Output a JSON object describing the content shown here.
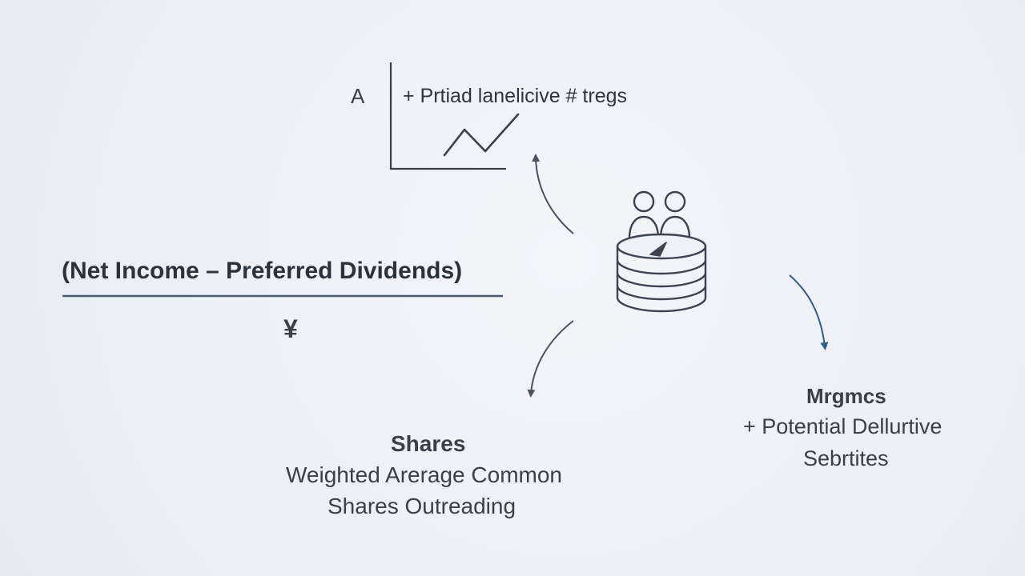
{
  "chart_panel": {
    "axis_letter": "A",
    "caption": "+ Prtiad lanelicive # tregs"
  },
  "formula": {
    "numerator": "(Net Income – Preferred Dividends)",
    "divide_symbol": "¥"
  },
  "shares_block": {
    "heading": "Shares",
    "lines": [
      "Weighted Arerage Common",
      "Shares Outreading"
    ]
  },
  "dilutive_block": {
    "heading": "Mrgmcs",
    "lines": [
      "+ Potential Dellurtive",
      "Sebrtites"
    ]
  },
  "icons": {
    "center": "people-with-coin-stack-icon",
    "chart": "line-chart-icon"
  },
  "colors": {
    "background": "#eef1f6",
    "ink": "#3a404a",
    "arrow_dark": "#4a5160",
    "arrow_blue": "#2f5d8f",
    "divider": "#4a5a70"
  }
}
